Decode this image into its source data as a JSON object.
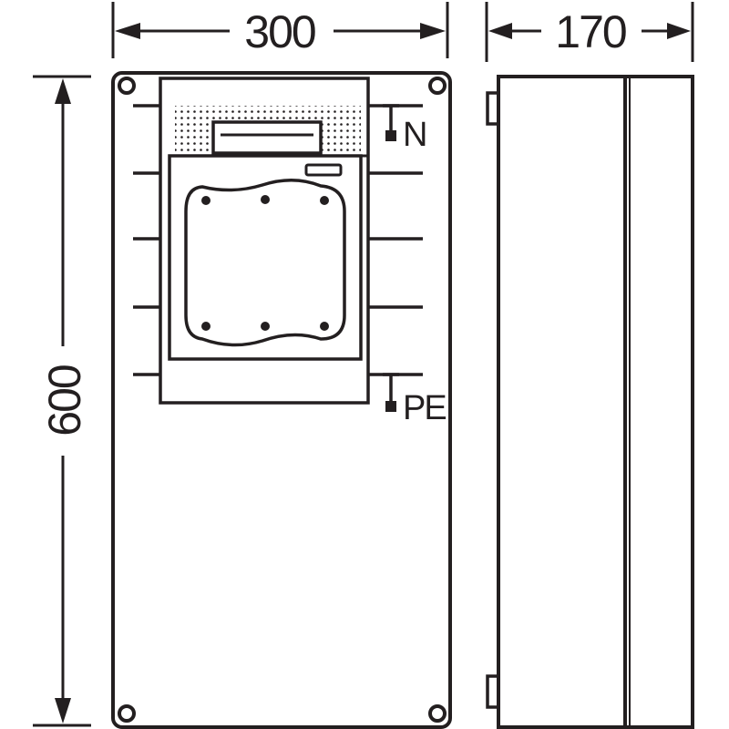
{
  "dimensions": {
    "width": "300",
    "depth": "170",
    "height": "600"
  },
  "labels": {
    "neutral": "N",
    "protective_earth": "PE"
  },
  "colors": {
    "line": "#231f20",
    "background": "#ffffff"
  }
}
